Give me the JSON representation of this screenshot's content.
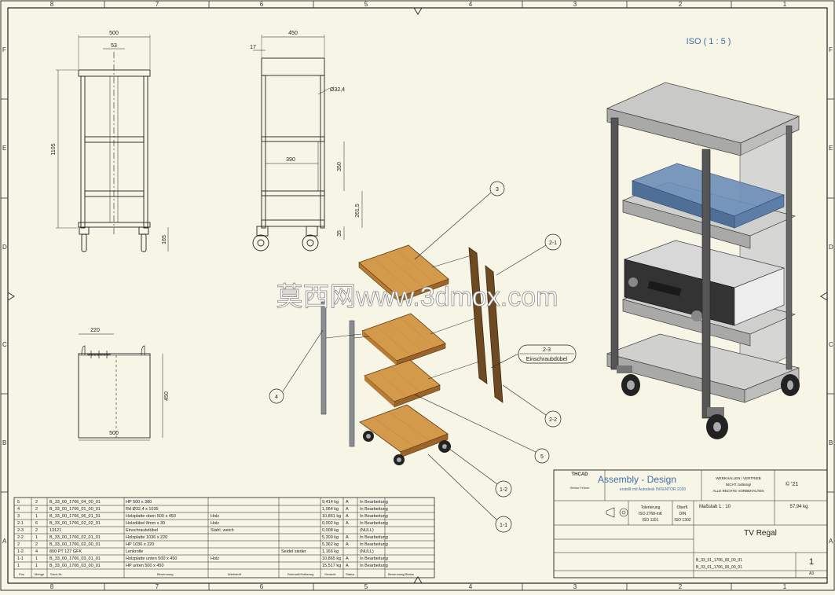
{
  "frame": {
    "col_labels": [
      "8",
      "7",
      "6",
      "5",
      "4",
      "3",
      "2",
      "1"
    ],
    "row_labels": [
      "F",
      "E",
      "D",
      "C",
      "B",
      "A"
    ]
  },
  "views": {
    "front": {
      "dim_width": "500",
      "dim_inner": "53",
      "dim_height": "1105",
      "dim_wheel": "165"
    },
    "side": {
      "dim_depth": "450",
      "dim_offset": "17",
      "dim_tube": "Ø32,4",
      "dim_shelf_width": "390",
      "dim_spacing": "350",
      "dim_low": "261,5",
      "dim_floor": "35"
    },
    "top": {
      "dim_hole": "220",
      "dim_depth": "450",
      "dim_width": "500"
    },
    "iso_label": "ISO ( 1 : 5 )"
  },
  "balloons": {
    "b3": "3",
    "b2_1": "2-1",
    "b2_3": "2-3",
    "b2_3_text": "Einschraubdübel",
    "b4": "4",
    "b2_2": "2-2",
    "b5": "5",
    "b1_2": "1-2",
    "b1_1": "1-1"
  },
  "watermark": "莫西网www.3dmox.com",
  "bom": {
    "headers": [
      "Pos",
      "Menge",
      "Sach-Nr.",
      "Benennung",
      "Werkstoff",
      "Rohmaß/Halbzeug",
      "Gewicht",
      "Status",
      "Benennung/Status"
    ],
    "rows": [
      {
        "pos": "5",
        "qty": "2",
        "part": "B_33_00_1706_04_00_01",
        "desc": "HP 500 x 380",
        "mat": "",
        "semi": "",
        "weight": "9,414 kg",
        "sym": "A",
        "status": "In Bearbeitung"
      },
      {
        "pos": "4",
        "qty": "2",
        "part": "B_33_00_1706_01_00_01",
        "desc": "Rd Ø32,4 x 1035",
        "mat": "",
        "semi": "",
        "weight": "1,064 kg",
        "sym": "A",
        "status": "In Bearbeitung"
      },
      {
        "pos": "3",
        "qty": "1",
        "part": "B_33_00_1706_06_01_01",
        "desc": "Holzplatte oben 500 x 450",
        "mat": "Holz",
        "semi": "",
        "weight": "10,861 kg",
        "sym": "A",
        "status": "In Bearbeitung"
      },
      {
        "pos": "2-1",
        "qty": "6",
        "part": "B_33_00_1706_02_02_01",
        "desc": "Holzdübel 8mm x 30",
        "mat": "Holz",
        "semi": "",
        "weight": "0,002 kg",
        "sym": "A",
        "status": "In Bearbeitung"
      },
      {
        "pos": "2-3",
        "qty": "2",
        "part": "13121",
        "desc": "Einschraubdübel",
        "mat": "Stahl, weich",
        "semi": "",
        "weight": "0,008 kg",
        "sym": "",
        "status": "(NULL)"
      },
      {
        "pos": "2-2",
        "qty": "1",
        "part": "B_33_00_1706_02_01_01",
        "desc": "Holzplatte 1036 x 220",
        "mat": "",
        "semi": "",
        "weight": "5,309 kg",
        "sym": "A",
        "status": "In Bearbeitung"
      },
      {
        "pos": "2",
        "qty": "2",
        "part": "B_33_00_1706_02_00_01",
        "desc": "HP 1036 x 220",
        "mat": "",
        "semi": "",
        "weight": "5,362 kg",
        "sym": "A",
        "status": "In Bearbeitung"
      },
      {
        "pos": "1-2",
        "qty": "4",
        "part": "800 PT 127 GFK",
        "desc": "Lenkrolle",
        "mat": "",
        "semi": "Seidel sieder",
        "weight": "1,166 kg",
        "sym": "",
        "status": "(NULL)"
      },
      {
        "pos": "1-1",
        "qty": "1",
        "part": "B_33_00_1706_03_01_01",
        "desc": "Holzplatte unten 500 x 450",
        "mat": "Holz",
        "semi": "",
        "weight": "10,865 kg",
        "sym": "A",
        "status": "In Bearbeitung"
      },
      {
        "pos": "1",
        "qty": "1",
        "part": "B_33_00_1706_03_00_01",
        "desc": "HP unten 500 x 450",
        "mat": "",
        "semi": "",
        "weight": "15,517 kg",
        "sym": "A",
        "status": "In Bearbeitung"
      }
    ]
  },
  "title_block": {
    "assembly": "Assembly - Design",
    "assembly_sub": "erstellt mit Autodesk INVENTOR 2020",
    "company_line1": "THCAD",
    "company_line2": "Stefan Fellner",
    "warning1": "WERKHALLEN / VERTRIEB",
    "warning2": "NICHT zulässig!",
    "warning3": "ALLE RECHTE VORBEHALTEN",
    "copyright": "© '21",
    "tolerance_title": "Tolerierung",
    "tolerance_std": "ISO 2768-mK",
    "tolerance_iso": "ISO 1101",
    "surface_title": "Oberfl.",
    "surface_std": "DIN",
    "surface_iso": "ISO 1302",
    "scale": "Maßstab 1 : 10",
    "mass": "57,94 kg",
    "title": "TV Regal",
    "drawing_no": "B_33_01_1706_00_00_01",
    "drawing_no2": "B_33_01_1706_00_00_01",
    "sheet": "1",
    "sheet_total": "A3"
  }
}
